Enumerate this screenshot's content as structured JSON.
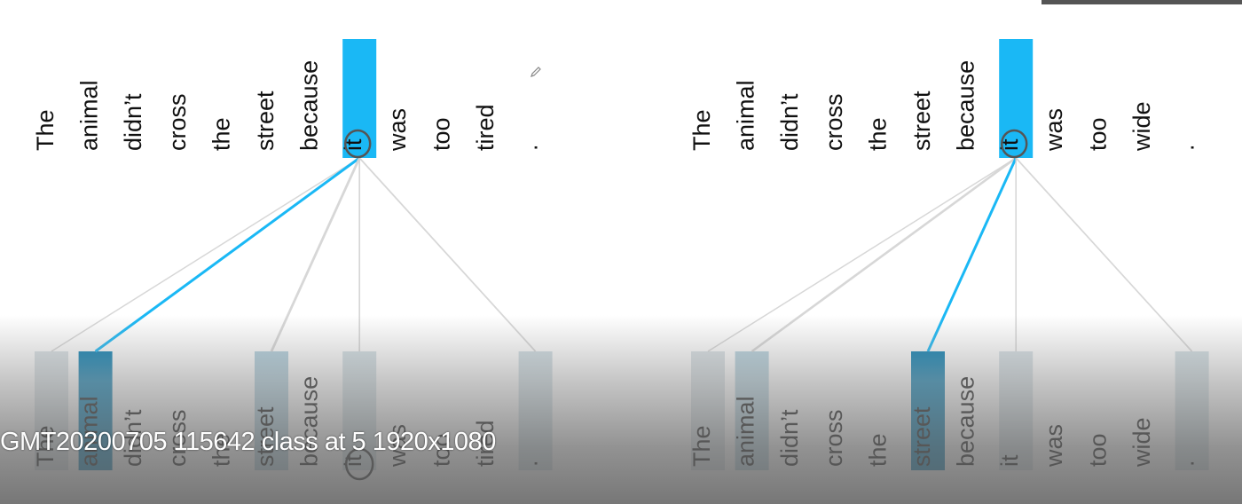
{
  "panels": [
    {
      "top_tokens": [
        "The",
        "animal",
        "didn’t",
        "cross",
        "the",
        "street",
        "because",
        "it",
        "was",
        "too",
        "tired",
        "."
      ],
      "bottom_tokens": [
        "The",
        "animal",
        "didn’t",
        "cross",
        "the",
        "street",
        "because",
        "it",
        "was",
        "too",
        "tired",
        "."
      ],
      "query_index": 7,
      "weights": [
        0.12,
        0.95,
        0.0,
        0.0,
        0.0,
        0.45,
        0.0,
        0.18,
        0.0,
        0.0,
        0.0,
        0.2
      ]
    },
    {
      "top_tokens": [
        "The",
        "animal",
        "didn’t",
        "cross",
        "the",
        "street",
        "because",
        "it",
        "was",
        "too",
        "wide",
        "."
      ],
      "bottom_tokens": [
        "The",
        "animal",
        "didn’t",
        "cross",
        "the",
        "street",
        "because",
        "it",
        "was",
        "too",
        "wide",
        "."
      ],
      "query_index": 7,
      "weights": [
        0.12,
        0.4,
        0.0,
        0.0,
        0.0,
        0.95,
        0.0,
        0.15,
        0.0,
        0.0,
        0.0,
        0.18
      ]
    }
  ],
  "overlay": {
    "caption": "GMT20200705 115642 class at 5 1920x1080"
  },
  "colors": {
    "query_highlight": "#1ab8f5",
    "strong_line": "#1ab8f5",
    "weak_line": "#d3d3d3",
    "strong_box": "#0a7fb2",
    "annotation_circle": "#555555"
  }
}
